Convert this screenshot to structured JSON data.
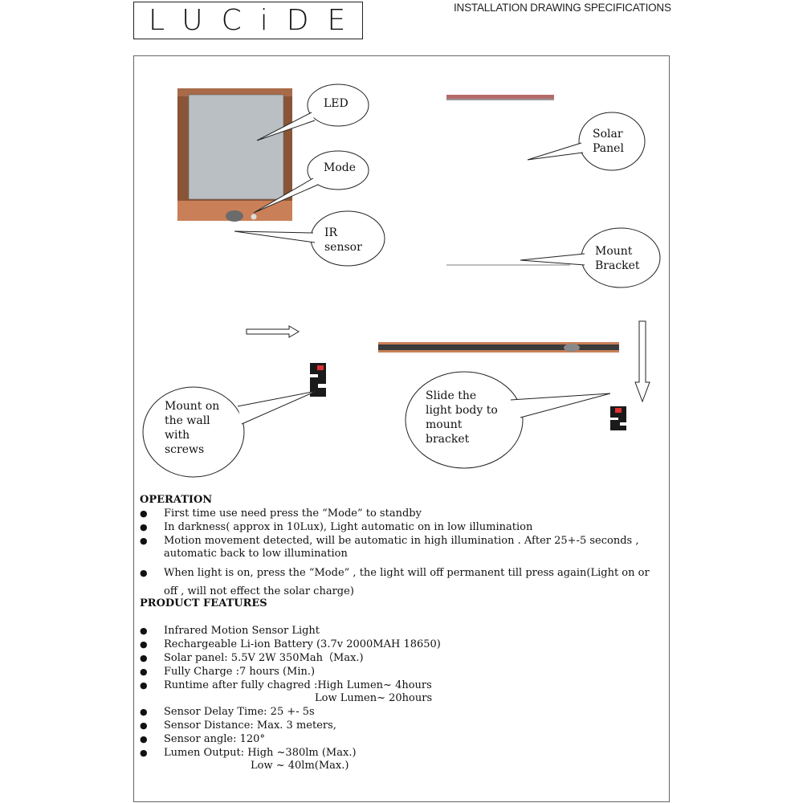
{
  "header": {
    "logo": "LUCiDE",
    "title": "INSTALLATION DRAWING SPECIFICATIONS"
  },
  "callouts": {
    "led": "LED",
    "mode": "Mode",
    "ir": [
      "IR",
      "sensor"
    ],
    "solar": [
      "Solar",
      "Panel"
    ],
    "bracket": [
      "Mount",
      "Bracket"
    ],
    "wall": [
      "Mount on",
      "the wall",
      "with",
      "screws"
    ],
    "slide": [
      "Slide the",
      "light body to",
      "mount",
      "bracket"
    ]
  },
  "operation": {
    "heading": "OPERATION",
    "items": [
      "First time use need press the “Mode” to standby",
      "In darkness( approx in 10Lux), Light automatic on in low illumination",
      "Motion movement detected, will be automatic in high illumination . After 25+-5 seconds ,",
      "When light is on, press the “Mode” , the light will off permanent till press again(Light on or"
    ],
    "item3_cont": "automatic back to low illumination",
    "item4_cont": "off , will not effect the solar charge)"
  },
  "features": {
    "heading": "PRODUCT FEATURES",
    "items": [
      "Infrared Motion Sensor Light",
      "Rechargeable Li-ion Battery (3.7v 2000MAH  18650)",
      "Solar panel: 5.5V 2W  350Mah（Max.)",
      "Fully Charge :7 hours (Min.)",
      "Runtime after fully chagred :High Lumen~ 4hours",
      "Sensor Delay Time:  25 +- 5s",
      "Sensor Distance:  Max. 3 meters,",
      "Sensor angle: 120°",
      "Lumen Output:  High ~380lm (Max.)"
    ],
    "runtime_cont": "Low Lumen~ 20hours",
    "lumen_cont": "Low ~ 40lm(Max.)"
  },
  "bullet_glyph": "●",
  "colors": {
    "copper": "#b87350",
    "frame_brown": "#7a4a30",
    "screen": "#b9bfc2",
    "panel_red": "#b56a6a"
  }
}
